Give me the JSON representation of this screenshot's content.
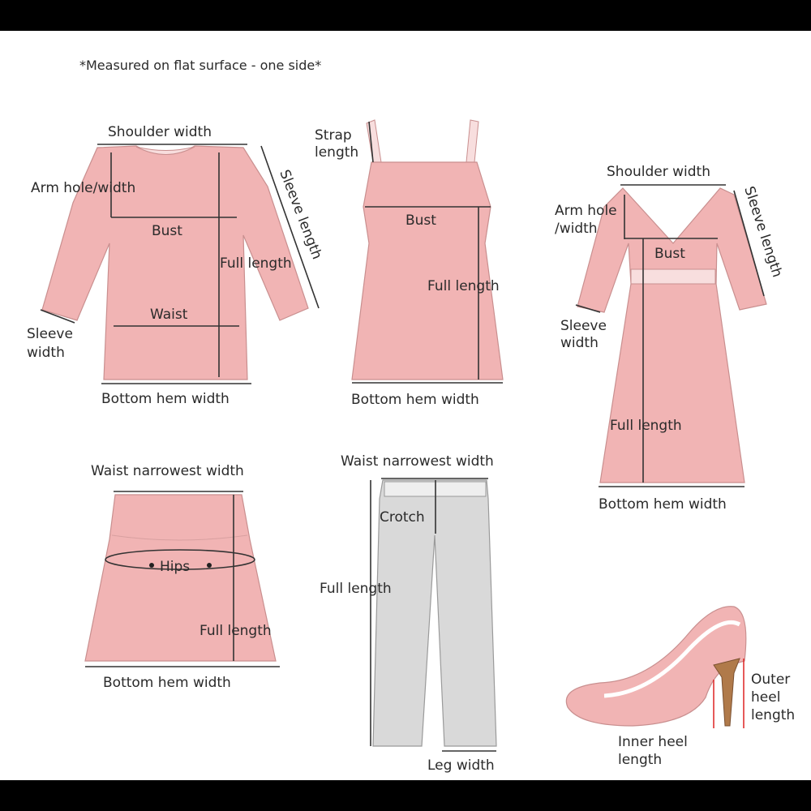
{
  "note": "*Measured on flat surface - one side*",
  "colors": {
    "garment": "#f1b4b4",
    "pants": "#d9d9d9",
    "frame": "#000000",
    "heel_marker": "#dd2222"
  },
  "long_sleeve_top": {
    "shoulder_width": "Shoulder width",
    "arm_hole_width": "Arm hole/width",
    "bust": "Bust",
    "full_length": "Full length",
    "sleeve_length": "Sleeve length",
    "waist": "Waist",
    "sleeve_width_1": "Sleeve",
    "sleeve_width_2": "width",
    "bottom_hem_width": "Bottom hem width"
  },
  "tank_top": {
    "strap_length_1": "Strap",
    "strap_length_2": "length",
    "bust": "Bust",
    "full_length": "Full length",
    "bottom_hem_width": "Bottom hem width"
  },
  "dress": {
    "shoulder_width": "Shoulder width",
    "arm_hole_1": "Arm hole",
    "arm_hole_2": "/width",
    "bust": "Bust",
    "sleeve_length": "Sleeve length",
    "sleeve_width_1": "Sleeve",
    "sleeve_width_2": "width",
    "full_length": "Full length",
    "bottom_hem_width": "Bottom hem width"
  },
  "skirt": {
    "waist": "Waist narrowest width",
    "hips": "Hips",
    "full_length": "Full length",
    "bottom_hem_width": "Bottom hem width"
  },
  "pants": {
    "waist": "Waist narrowest width",
    "crotch": "Crotch",
    "full_length": "Full length",
    "leg_width": "Leg width"
  },
  "shoe": {
    "outer_1": "Outer",
    "outer_2": "heel",
    "outer_3": "length",
    "inner_1": "Inner heel",
    "inner_2": "length"
  }
}
